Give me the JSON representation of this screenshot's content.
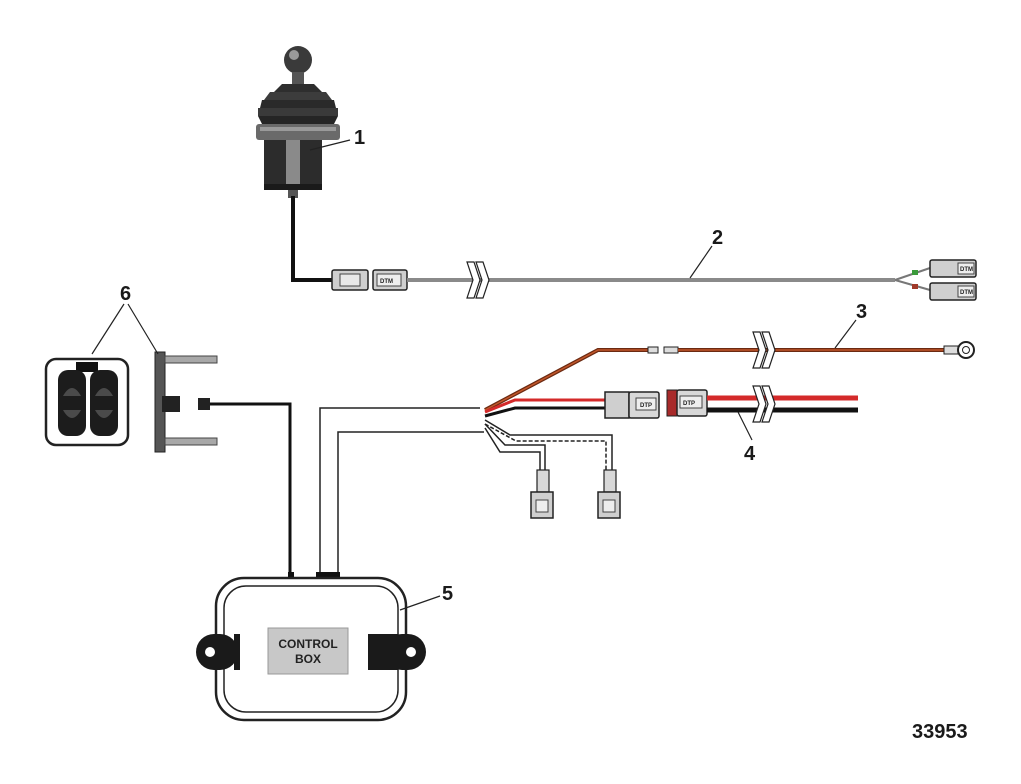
{
  "figure_number": "33953",
  "callouts": [
    "1",
    "2",
    "3",
    "4",
    "5",
    "6"
  ],
  "connector_labels": {
    "dtm": "DTM",
    "dtp": "DTP"
  },
  "control_box": {
    "line1": "CONTROL",
    "line2": "BOX"
  },
  "wire_colors": {
    "red": "#d42a2a",
    "black": "#111111",
    "grey": "#8a8a8a",
    "orange": "#c2562a",
    "brown": "#6b2a12",
    "green": "#3a9a3a"
  },
  "icons": [
    "joystick-icon",
    "rocker-switch-icon",
    "ring-terminal-icon",
    "connector-icon"
  ]
}
